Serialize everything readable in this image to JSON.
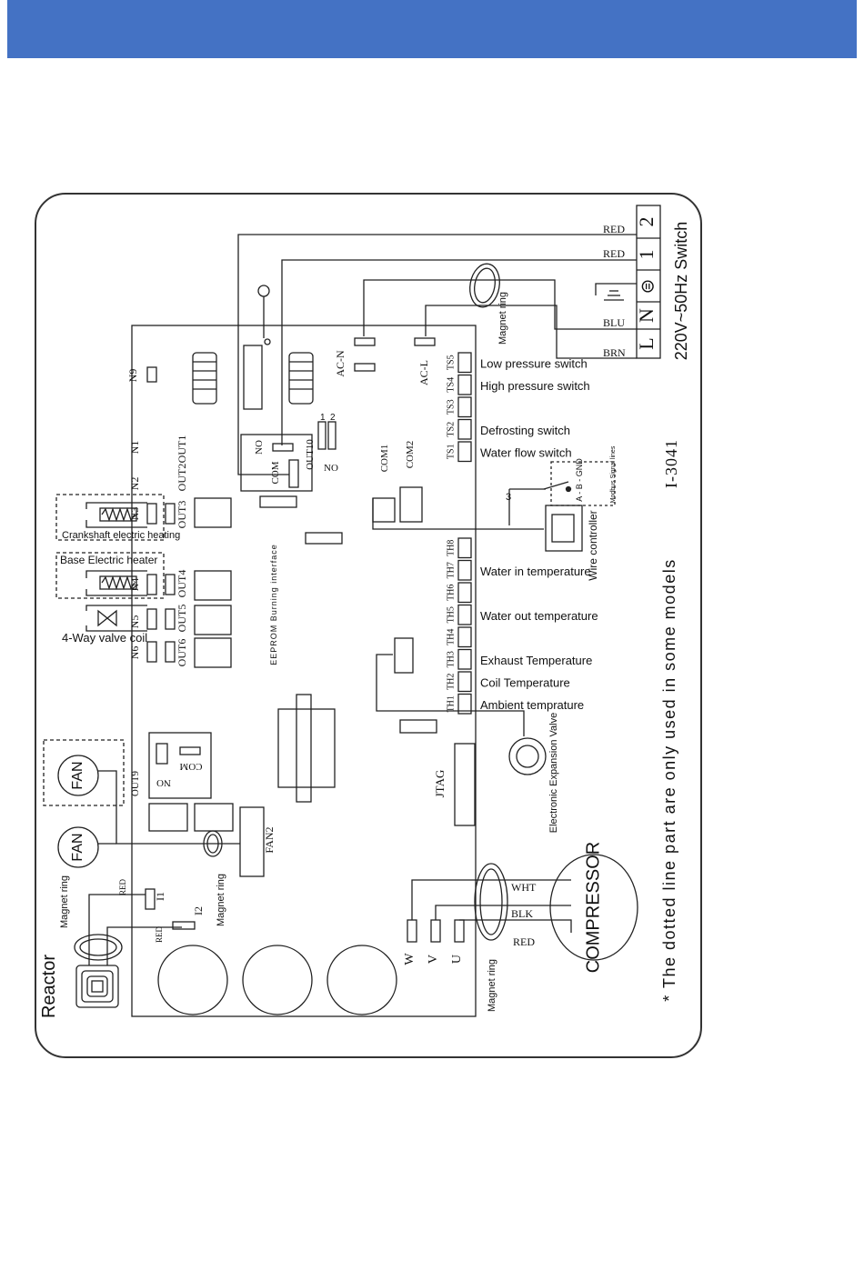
{
  "colors": {
    "banner": "#4472c4",
    "line": "#222222"
  },
  "wires": {
    "red_top": "RED",
    "red_second": "RED",
    "blu": "BLU",
    "brn": "BRN",
    "wht": "WHT",
    "blk": "BLK",
    "red_comp": "RED",
    "red_reactor1": "RED",
    "red_reactor2": "RED"
  },
  "power": {
    "terminal_labels": [
      "1",
      "2",
      "L",
      "N"
    ],
    "ground_symbol": "⊜",
    "spec": "220V~50Hz Switch"
  },
  "magnet_ring": "Magnet ring",
  "board": {
    "ac_n": "AC-N",
    "ac_l": "AC-L",
    "n_labels": [
      "N9",
      "N1",
      "N2",
      "N3",
      "N4",
      "N5",
      "N6"
    ],
    "out_labels": [
      "OUT1",
      "OUT2",
      "OUT3",
      "OUT4",
      "OUT5",
      "OUT6"
    ],
    "relay_no": "NO",
    "relay_com": "COM",
    "out10": "OUT10",
    "out10_no": "NO",
    "dip_labels": [
      "1",
      "2"
    ],
    "out9": "OUT9",
    "out9_no": "NO",
    "out9_com": "COM",
    "com1": "COM1",
    "com2": "COM2",
    "eeprom": "EEPROM Burning interface",
    "jtag": "JTAG",
    "fan2": "FAN2",
    "i1": "I1",
    "i2": "I2",
    "uvw": [
      "W",
      "V",
      "U"
    ]
  },
  "switches": [
    {
      "code": "TS5",
      "label": "Low pressure switch"
    },
    {
      "code": "TS4",
      "label": "High pressure switch"
    },
    {
      "code": "TS3",
      "label": ""
    },
    {
      "code": "TS2",
      "label": "Defrosting switch"
    },
    {
      "code": "TS1",
      "label": "Water flow switch"
    }
  ],
  "sensors": [
    {
      "code": "TH8",
      "label": ""
    },
    {
      "code": "TH7",
      "label": "Water in temperature"
    },
    {
      "code": "TH6",
      "label": ""
    },
    {
      "code": "TH5",
      "label": "Water out temperature"
    },
    {
      "code": "TH4",
      "label": ""
    },
    {
      "code": "TH3",
      "label": "Exhaust Temperature"
    },
    {
      "code": "TH2",
      "label": "Coil Temperature"
    },
    {
      "code": "TH1",
      "label": "Ambient temprature"
    }
  ],
  "loads": {
    "crankshaft": "Crankshaft electric heating",
    "base_heater": "Base Electric heater",
    "four_way": "4-Way valve coil"
  },
  "wire_controller": {
    "label": "Wire controller",
    "modbus": "Modbus Signal lines",
    "abgnd": "A - B - GND",
    "num": "3"
  },
  "fan": "FAN",
  "compressor": "COMPRESSOR",
  "reactor": "Reactor",
  "expansion_valve": "Electronic Expansion Valve",
  "model": "I-3041",
  "footnote": "* The dotted line part are only used in some models"
}
